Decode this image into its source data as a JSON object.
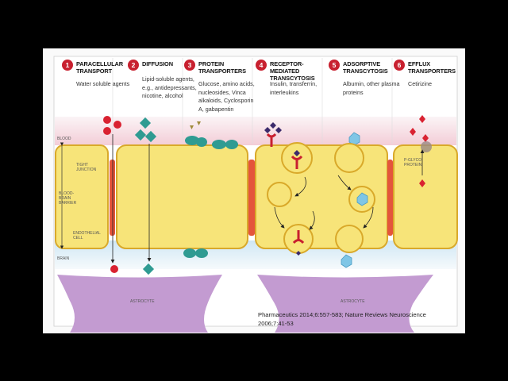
{
  "mechanisms": [
    {
      "number": "1",
      "title": "PARACELLULAR TRANSPORT",
      "description": "Water soluble agents"
    },
    {
      "number": "2",
      "title": "DIFFUSION",
      "description": "Lipid-soluble agents, e.g., antidepressants, nicotine, alcohol"
    },
    {
      "number": "3",
      "title": "PROTEIN TRANSPORTERS",
      "description": "Glucose, amino acids, nucleosides, Vinca alkaloids, Cyclosporin A, gabapentin"
    },
    {
      "number": "4",
      "title": "RECEPTOR-MEDIATED TRANSCYTOSIS",
      "description": "Insulin, transferrin, interleukins"
    },
    {
      "number": "5",
      "title": "ADSORPTIVE TRANSCYTOSIS",
      "description": "Albumin, other plasma proteins"
    },
    {
      "number": "6",
      "title": "EFFLUX TRANSPORTERS",
      "description": "Cetirizine"
    }
  ],
  "labels": {
    "blood": "BLOOD",
    "bbb": "BLOOD-BRAIN BARRIER",
    "brain": "BRAIN",
    "tight_junction": "TIGHT JUNCTION",
    "endothelial_cell": "ENDOTHELIAL CELL",
    "astrocyte_left": "ASTROCYTE",
    "astrocyte_right": "ASTROCYTE",
    "pglyco": "P-GLYCO PROTEIN"
  },
  "citation": "Pharmaceutics 2014;6:557-583; Nature Reviews Neuroscience 2006;7:41-53",
  "colors": {
    "blood_zone": "#f6d9e0",
    "brain_zone": "#d8ecf6",
    "cell_fill": "#f7e479",
    "cell_border": "#d9a92a",
    "junction": "#e4553b",
    "astrocyte": "#c39bd1",
    "red_agent": "#d92231",
    "teal_agent": "#2f9b92",
    "blue_vesicle_cargo": "#7fc6e6",
    "purple_ligand": "#3b2a6b"
  }
}
